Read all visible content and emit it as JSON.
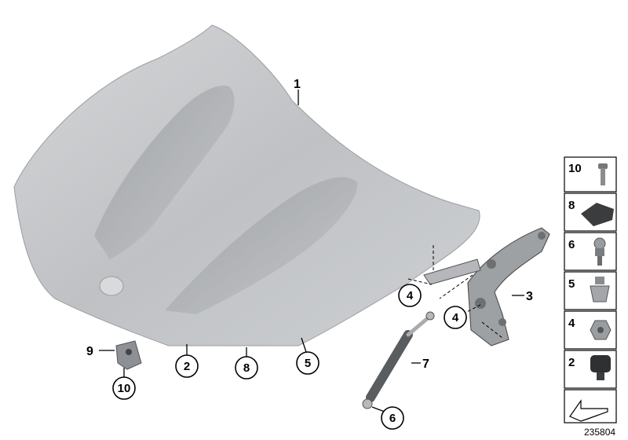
{
  "callouts": {
    "hood": "1",
    "hinge": "3",
    "gas_strut": "7",
    "bracket": "9",
    "hood_edge_2": "2",
    "hood_edge_8": "8",
    "hood_edge_5": "5",
    "hinge_nut_upper": "4",
    "hinge_nut_lower": "4",
    "strut_ball_stud": "6",
    "bracket_rivet": "10"
  },
  "legend": [
    {
      "label": "10",
      "icon": "blind-rivet-icon"
    },
    {
      "label": "8",
      "icon": "rubber-buffer-icon"
    },
    {
      "label": "6",
      "icon": "ball-stud-icon"
    },
    {
      "label": "5",
      "icon": "expanding-rivet-icon"
    },
    {
      "label": "4",
      "icon": "hex-nut-icon"
    },
    {
      "label": "2",
      "icon": "rubber-stop-icon"
    },
    {
      "label": "",
      "icon": "arrow-icon"
    }
  ],
  "reference_number": "235804",
  "colors": {
    "hood_light": "#c9cbcd",
    "hood_dark": "#8f9295",
    "part_dark": "#4a4d50",
    "line": "#000000"
  }
}
